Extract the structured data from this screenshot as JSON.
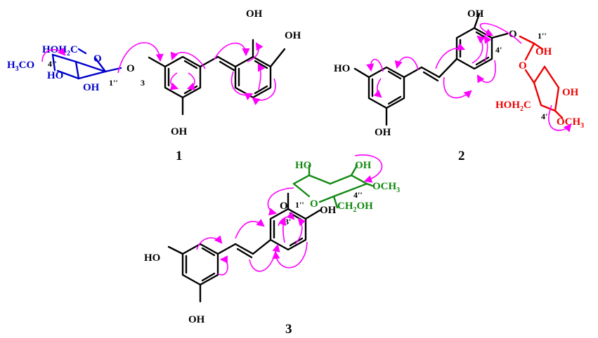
{
  "colors": {
    "skeleton": "#000000",
    "sugar_1": "#0000cc",
    "sugar_2": "#ee0000",
    "sugar_3": "#118811",
    "hmbc_arrow": "#ff00ff"
  },
  "compound_1": {
    "number": "1",
    "labels": {
      "ho_c": "HOH",
      "ho_c_sub": "2",
      "ho_c_end": "C",
      "h3co": "H",
      "h3co_sub": "3",
      "h3co_end": "CO",
      "pos_4pp": "4''",
      "ho_a": "HO",
      "oh_b": "OH",
      "ring_o": "O",
      "pos_1pp": "1''",
      "link_o": "O",
      "pos_3": "3",
      "oh_top1": "OH",
      "oh_top2": "OH",
      "oh_bottom": "OH"
    }
  },
  "compound_2": {
    "number": "2",
    "labels": {
      "oh_top": "OH",
      "ho_left": "HO",
      "oh_bottom": "OH",
      "link_o": "O",
      "pos_4p": "4'",
      "pos_1pp": "1''",
      "oh_sugar1": "OH",
      "ring_o": "O",
      "hoh2c": "HOH",
      "hoh2c_sub": "2",
      "hoh2c_end": "C",
      "oh_sugar2": "OH",
      "pos_4pp": "4''",
      "och3": "OCH",
      "och3_sub": "3"
    }
  },
  "compound_3": {
    "number": "3",
    "labels": {
      "ho_sugar": "HO",
      "oh_sugar": "OH",
      "och3": "OCH",
      "och3_sub": "3",
      "pos_4pp": "4''",
      "link_o": "O",
      "pos_1pp": "1''",
      "ring_o": "O",
      "ch2oh": "CH",
      "ch2oh_sub": "2",
      "ch2oh_end": "OH",
      "pos_3p": "3'",
      "oh_right": "OH",
      "ho_left": "HO",
      "oh_bottom": "OH"
    }
  }
}
